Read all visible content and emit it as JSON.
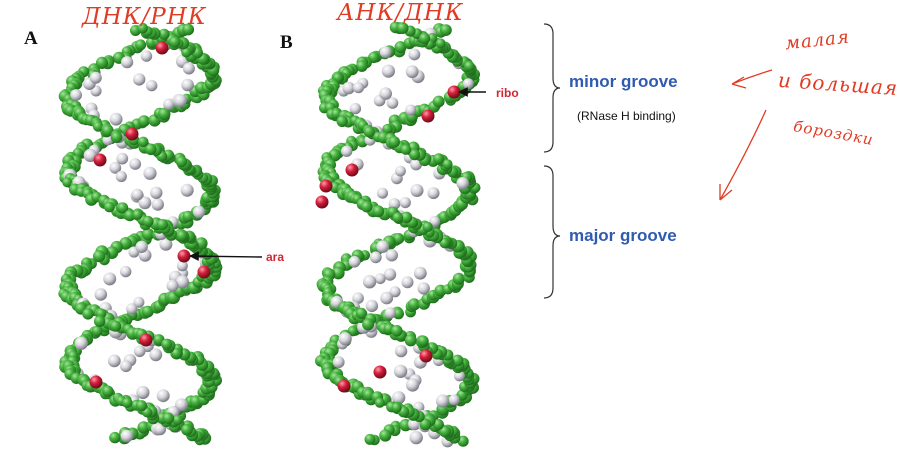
{
  "panels": {
    "a": {
      "letter": "A",
      "handwritten_title": "ДНК/РНК",
      "marker_label": "ara"
    },
    "b": {
      "letter": "B",
      "handwritten_title": "АНК/ДНК",
      "marker_label": "ribo"
    }
  },
  "grooves": {
    "minor": {
      "label": "minor groove",
      "note": "(RNase H binding)"
    },
    "major": {
      "label": "major groove"
    }
  },
  "handwritten_note": [
    "малая",
    "и большая",
    "бороздки"
  ],
  "colors": {
    "backbone_green": "#3fae3b",
    "base_gray": "#d8d8de",
    "marker_red": "#d41f3c",
    "label_blue": "#2f5bb0",
    "handwriting_red": "#e03b24"
  }
}
